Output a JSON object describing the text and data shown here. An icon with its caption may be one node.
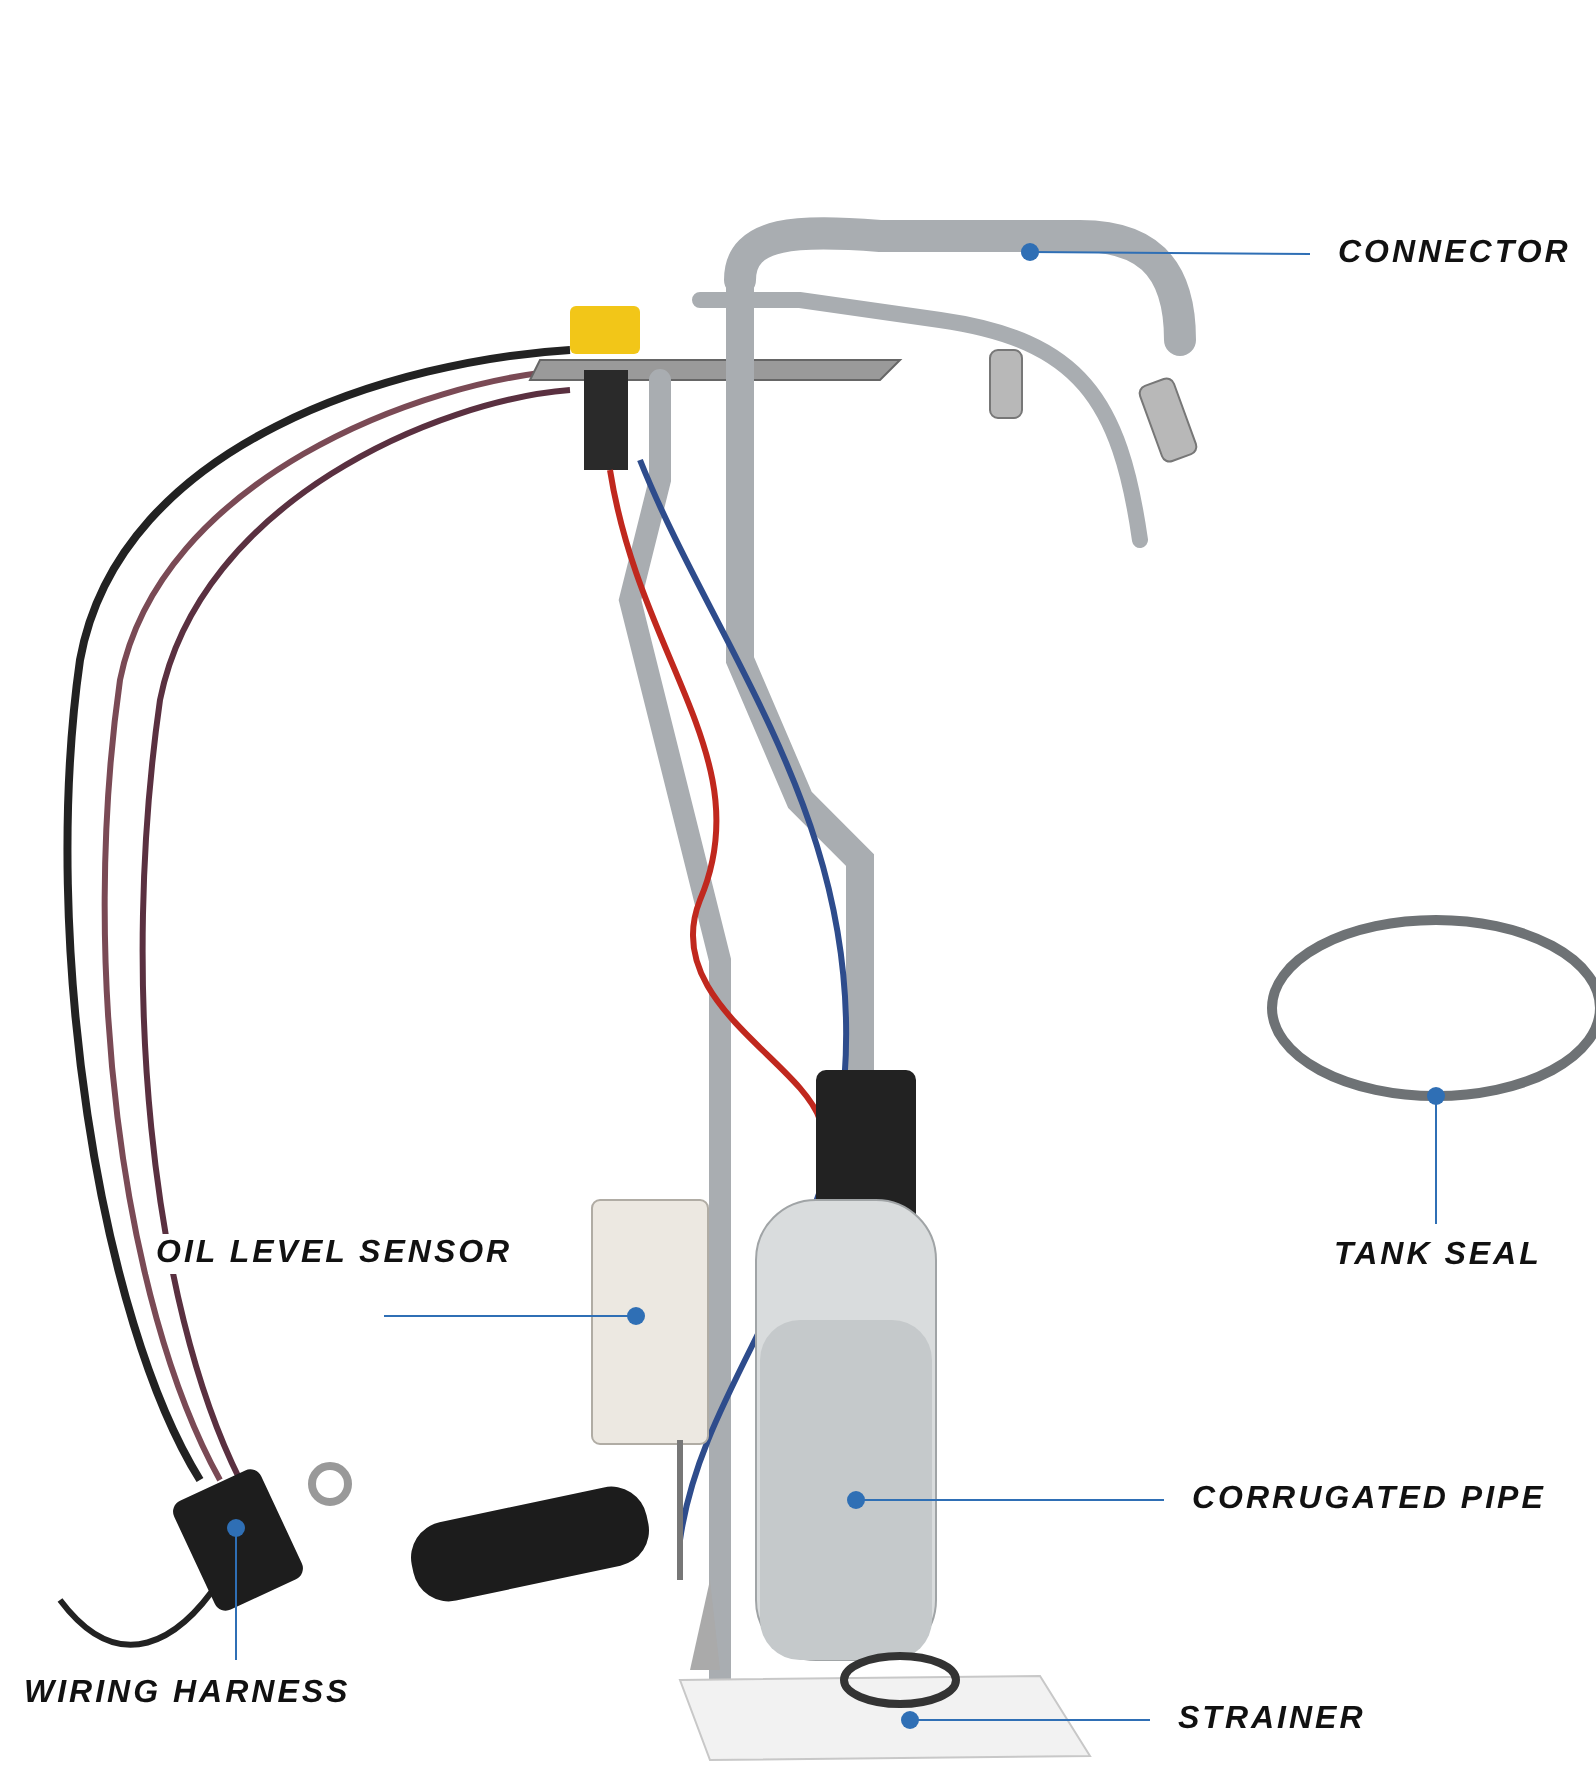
{
  "diagram": {
    "nodes": [
      {
        "text": [
          "CONNECTOR"
        ]
      },
      {
        "text": [
          "TANK SEAL"
        ]
      },
      {
        "text": [
          "OIL LEVEL SENSOR"
        ]
      },
      {
        "text": [
          "CORRUGATED PIPE"
        ]
      },
      {
        "text": [
          "WIRING HARNESS"
        ]
      },
      {
        "text": [
          "STRAINER"
        ]
      },
      {
        "text": [],
        "shape": "picture"
      }
    ],
    "edges": [
      {
        "from": 0,
        "to": null,
        "arrow": "other"
      },
      {
        "from": 1,
        "to": 6,
        "arrow": "other"
      },
      {
        "from": 2,
        "to": null,
        "arrow": "other"
      },
      {
        "from": 3,
        "to": null,
        "arrow": "other"
      },
      {
        "from": 4,
        "to": null,
        "arrow": "other"
      },
      {
        "from": 5,
        "to": null,
        "arrow": "other"
      }
    ]
  }
}
